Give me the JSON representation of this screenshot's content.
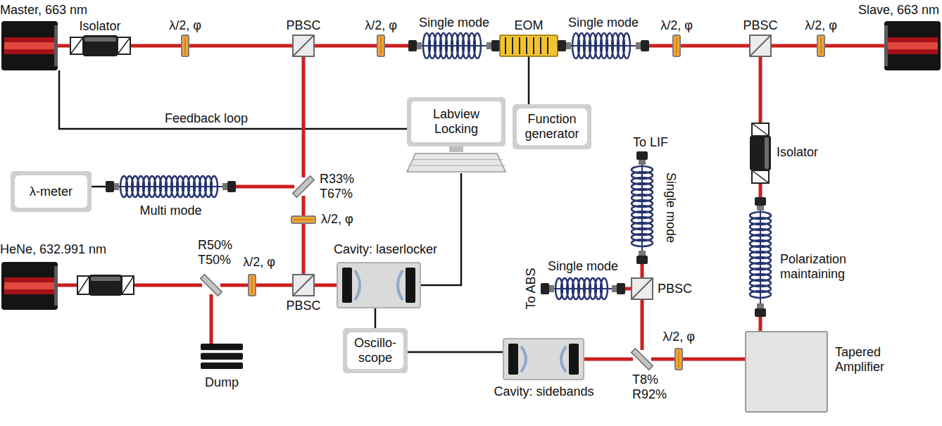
{
  "diagram": {
    "nodes": [
      {
        "text": [
          "Master, 663 nm"
        ]
      },
      {
        "text": [
          "Isolator"
        ]
      },
      {
        "text": [
          "λ/2, φ"
        ]
      },
      {
        "text": [
          "PBSC"
        ]
      },
      {
        "text": [
          "λ/2, φ"
        ]
      },
      {
        "text": [
          "Single mode"
        ]
      },
      {
        "text": [
          "EOM"
        ]
      },
      {
        "text": [
          "Single mode"
        ]
      },
      {
        "text": [
          "λ/2, φ"
        ]
      },
      {
        "text": [
          "PBSC"
        ]
      },
      {
        "text": [
          "λ/2, φ"
        ]
      },
      {
        "text": [
          "Slave, 663 nm"
        ]
      },
      {
        "text": [
          "Function generator"
        ]
      },
      {
        "text": [
          "Labview Locking"
        ]
      },
      {
        "text": [
          "λ-meter"
        ]
      },
      {
        "text": [
          "Multi mode"
        ]
      },
      {
        "text": [
          "R33% T67%"
        ]
      },
      {
        "text": [
          "λ/2, φ"
        ]
      },
      {
        "text": [
          "HeNe, 632.991 nm"
        ]
      },
      {
        "text": [
          "R50% T50%"
        ]
      },
      {
        "text": [
          "Dump"
        ]
      },
      {
        "text": [
          "λ/2, φ"
        ]
      },
      {
        "text": [
          "PBSC"
        ]
      },
      {
        "text": [
          "Cavity: laserlocker"
        ]
      },
      {
        "text": [
          "Oscillo- scope"
        ]
      },
      {
        "text": [
          "Cavity: sidebands"
        ]
      },
      {
        "text": [
          "T8% R92%"
        ]
      },
      {
        "text": [
          "λ/2, φ"
        ]
      },
      {
        "text": [
          "Tapered Amplifier"
        ]
      },
      {
        "text": [
          "PBSC"
        ]
      },
      {
        "text": [
          "Single mode"
        ]
      },
      {
        "text": [
          "Single mode"
        ]
      },
      {
        "text": [
          "Isolator"
        ]
      },
      {
        "text": [
          "Polarization maintaining"
        ]
      }
    ],
    "edges": [
      {
        "from": 0,
        "to": 1,
        "arrow": "none"
      },
      {
        "from": 1,
        "to": 2,
        "arrow": "none"
      },
      {
        "from": 2,
        "to": 3,
        "arrow": "none"
      },
      {
        "from": 3,
        "to": 4,
        "arrow": "none"
      },
      {
        "from": 4,
        "to": 5,
        "arrow": "none"
      },
      {
        "from": 5,
        "to": 6,
        "arrow": "none"
      },
      {
        "from": 6,
        "to": 7,
        "arrow": "none"
      },
      {
        "from": 7,
        "to": 8,
        "arrow": "none"
      },
      {
        "from": 8,
        "to": 9,
        "arrow": "none"
      },
      {
        "from": 9,
        "to": 10,
        "arrow": "none"
      },
      {
        "from": 10,
        "to": 11,
        "arrow": "none"
      },
      {
        "from": 0,
        "to": 13,
        "label": "Feedback loop",
        "arrow": "none"
      },
      {
        "from": 6,
        "to": 12,
        "arrow": "none"
      },
      {
        "from": 3,
        "to": 16,
        "arrow": "none"
      },
      {
        "from": 16,
        "to": 15,
        "arrow": "none"
      },
      {
        "from": 15,
        "to": 14,
        "arrow": "none"
      },
      {
        "from": 16,
        "to": 17,
        "arrow": "none"
      },
      {
        "from": 17,
        "to": 22,
        "arrow": "none"
      },
      {
        "from": 18,
        "to": 19,
        "arrow": "none"
      },
      {
        "from": 19,
        "to": 20,
        "arrow": "none"
      },
      {
        "from": 19,
        "to": 21,
        "arrow": "none"
      },
      {
        "from": 21,
        "to": 22,
        "arrow": "none"
      },
      {
        "from": 22,
        "to": 23,
        "arrow": "none"
      },
      {
        "from": 13,
        "to": 23,
        "arrow": "none"
      },
      {
        "from": 23,
        "to": 24,
        "arrow": "none"
      },
      {
        "from": 24,
        "to": 25,
        "arrow": "none"
      },
      {
        "from": 25,
        "to": 26,
        "arrow": "none"
      },
      {
        "from": 26,
        "to": 29,
        "arrow": "none"
      },
      {
        "from": 26,
        "to": 27,
        "arrow": "none"
      },
      {
        "from": 27,
        "to": 28,
        "arrow": "none"
      },
      {
        "from": 29,
        "to": 30,
        "arrow": "none"
      },
      {
        "from": 29,
        "to": 31,
        "arrow": "none"
      },
      {
        "from": 9,
        "to": 32,
        "arrow": "none"
      },
      {
        "from": 32,
        "to": 33,
        "arrow": "none"
      },
      {
        "from": 33,
        "to": 28,
        "arrow": "none"
      }
    ],
    "labels": [
      "To LIF",
      "To ABS"
    ]
  }
}
